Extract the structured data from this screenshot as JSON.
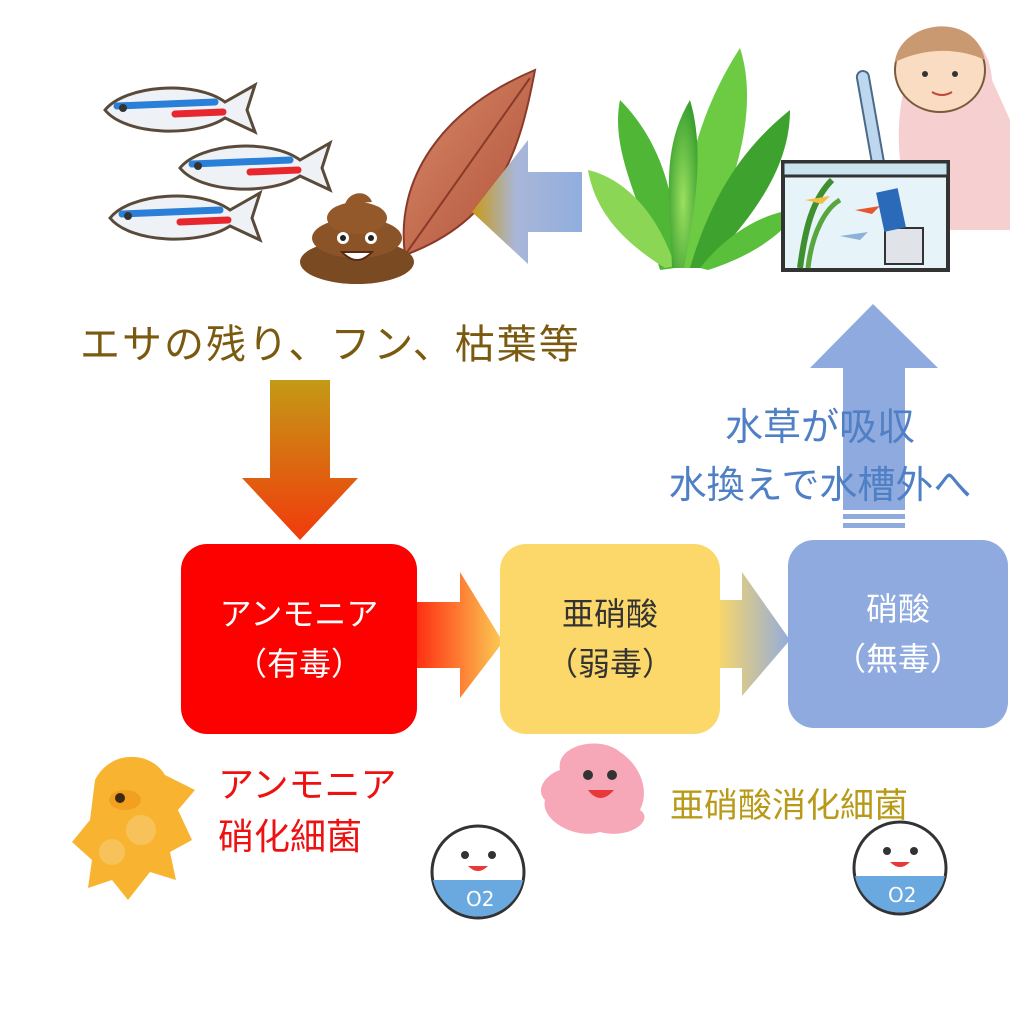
{
  "waste_label": "エサの残り、フン、枯葉等",
  "plant_label": {
    "line1": "水草が吸収",
    "line2": "水換えで水槽外へ"
  },
  "boxes": {
    "ammonia": {
      "name": "アンモニア",
      "toxicity": "（有毒）"
    },
    "nitrite": {
      "name": "亜硝酸",
      "toxicity": "（弱毒）"
    },
    "nitrate": {
      "name": "硝酸",
      "toxicity": "（無毒）"
    }
  },
  "bacteria": {
    "ammonia": {
      "line1": "アンモニア",
      "line2": "硝化細菌"
    },
    "nitrite": "亜硝酸消化細菌"
  },
  "oxygen_label": "O2",
  "colors": {
    "ammonia": "#fd0000",
    "nitrite": "#fcd86a",
    "nitrate": "#8eaadf",
    "waste_text": "#7a5a10",
    "plant_text": "#4f7fc4",
    "bacteria1_text": "#ee1111",
    "bacteria2_text": "#b89a18"
  }
}
